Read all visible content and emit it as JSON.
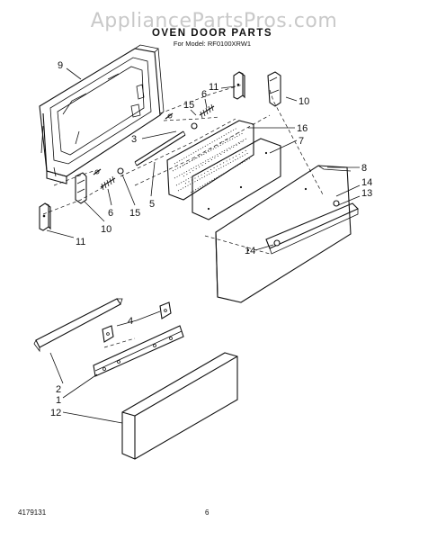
{
  "watermark": "AppliancePartsPros.com",
  "title": "OVEN DOOR PARTS",
  "model_line": "For Model: RF0100XRW1",
  "doc_number": "4179131",
  "page_number": "6",
  "callouts": {
    "c9": "9",
    "c11_top": "11",
    "c10_top": "10",
    "c15_top": "15",
    "c6_top": "6",
    "c16": "16",
    "c3": "3",
    "c7": "7",
    "c8": "8",
    "c14_right": "14",
    "c13": "13",
    "c6_bottom": "6",
    "c15_bottom": "15",
    "c5": "5",
    "c10_bottom": "10",
    "c11_bottom": "11",
    "c14_lower": "14",
    "c4": "4",
    "c2": "2",
    "c1": "1",
    "c12": "12"
  }
}
